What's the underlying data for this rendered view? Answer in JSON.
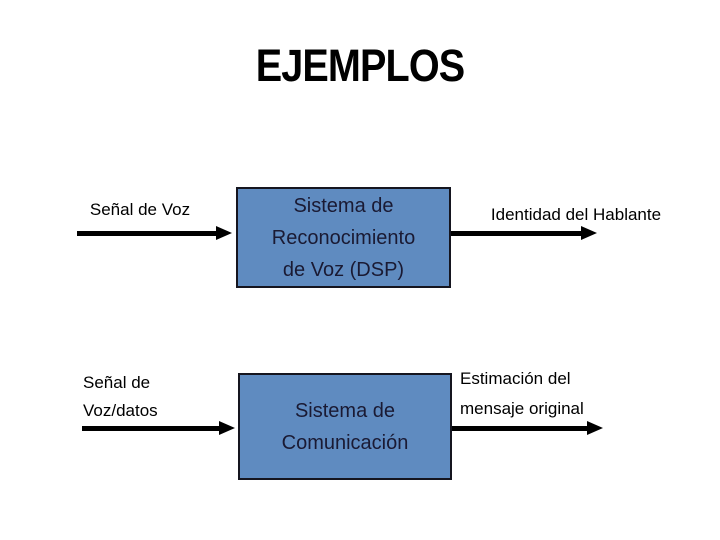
{
  "slide": {
    "title": "EJEMPLOS"
  },
  "diagram": {
    "rows": [
      {
        "input_lines": [
          "Señal de Voz"
        ],
        "box_lines": [
          "Sistema de",
          "Reconocimiento",
          "de Voz (DSP)"
        ],
        "output_lines": [
          "Identidad del Hablante"
        ]
      },
      {
        "input_lines": [
          "Señal de",
          "Voz/datos"
        ],
        "box_lines": [
          "Sistema de",
          "Comunicación"
        ],
        "output_lines": [
          "Estimación del",
          "mensaje original"
        ]
      }
    ],
    "colors": {
      "box_fill": "#5f8bc0",
      "box_border": "#15151f",
      "box_text": "#1a1a33",
      "label_text": "#000000",
      "arrow": "#000000",
      "background": "#ffffff"
    }
  }
}
